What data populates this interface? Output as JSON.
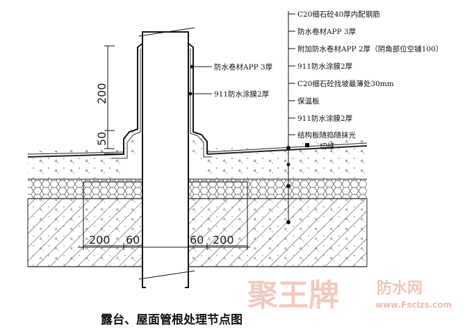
{
  "caption": "露台、屋面管根处理节点图",
  "right_labels": [
    "C20细石砼40厚内配钢筋",
    "防水卷材APP 3厚",
    "附加防水卷材APP 2厚（阴角部位空铺100）",
    "911防水涂膜2厚",
    "C20细石砼找坡最薄处30mm",
    "保温板",
    "911防水涂膜2厚",
    "结构板随捣随抹光"
  ],
  "pipe_labels": [
    "防水卷材APP 3厚",
    "911防水涂膜2厚"
  ],
  "cut_joint_label": "切缝",
  "dimensions": {
    "vertical_upper": "200",
    "vertical_lower": "50",
    "left_bottom": "200",
    "left_inner": "60",
    "right_inner": "60",
    "right_bottom": "200"
  },
  "watermark": {
    "brand": "聚王牌",
    "site": "防水网",
    "url": "www.Fsclzs.com"
  }
}
